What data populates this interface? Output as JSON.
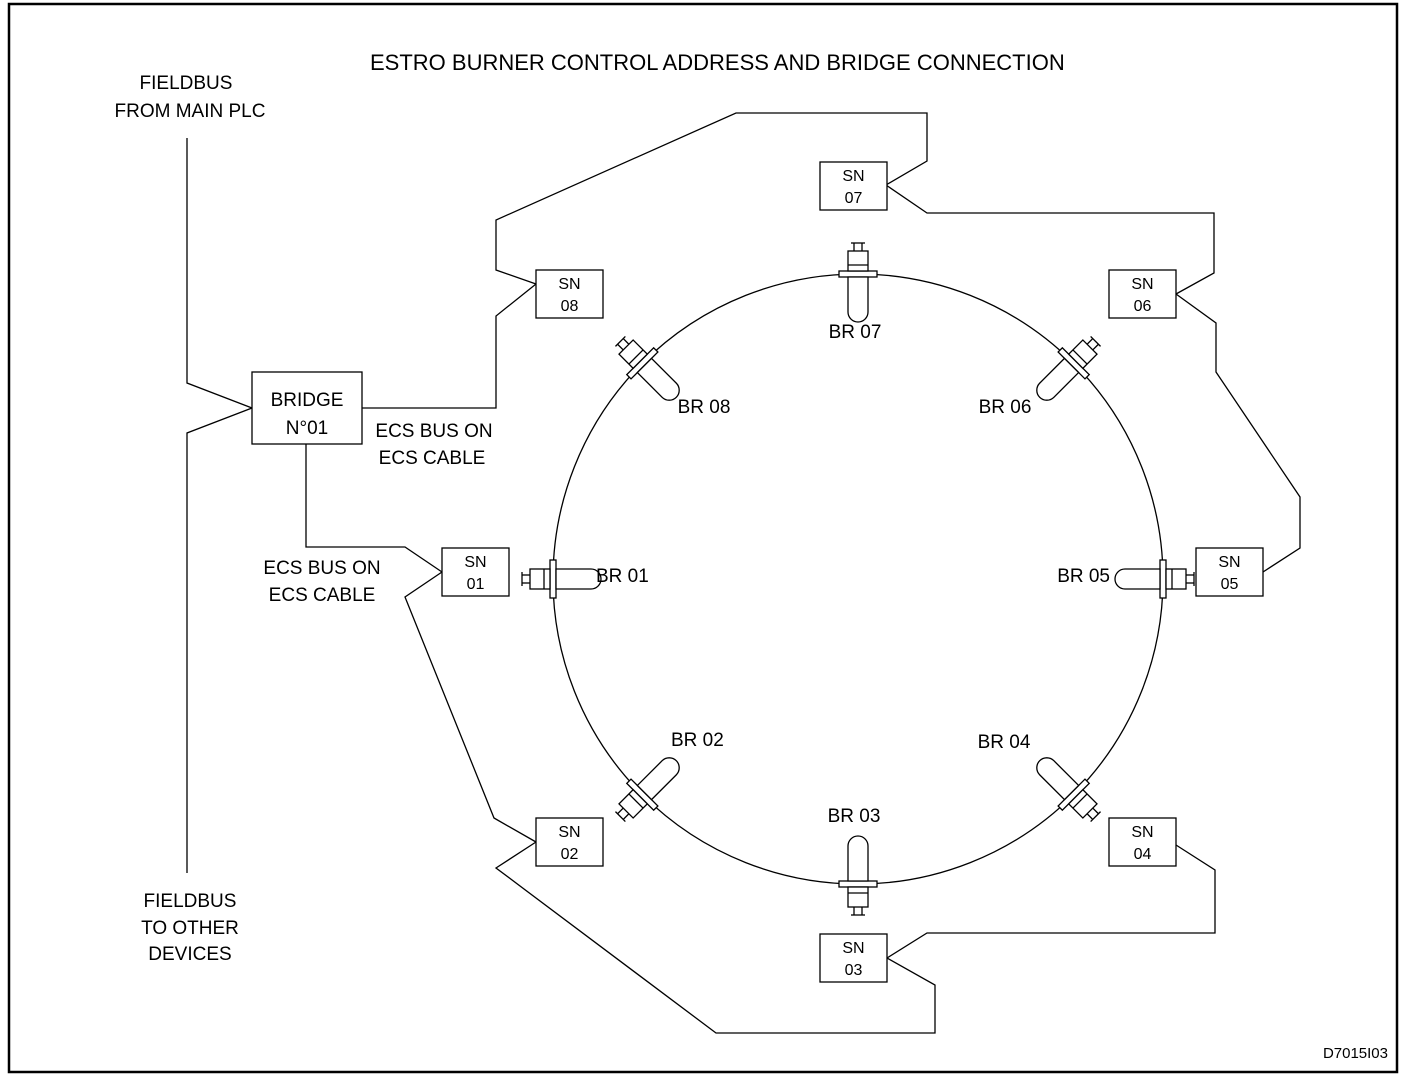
{
  "title": "ESTRO BURNER CONTROL ADDRESS  AND BRIDGE CONNECTION",
  "drawing_code": "D7015I03",
  "fieldbus_in": [
    "FIELDBUS",
    "FROM MAIN PLC"
  ],
  "fieldbus_out": [
    "FIELDBUS",
    "TO OTHER",
    "DEVICES"
  ],
  "bridge": [
    "BRIDGE",
    "N°01"
  ],
  "ecs_label_top": [
    "ECS BUS ON",
    "ECS CABLE"
  ],
  "ecs_label_left": [
    "ECS BUS ON",
    "ECS CABLE"
  ],
  "sn_prefix": "SN",
  "sn_numbers": [
    "01",
    "02",
    "03",
    "04",
    "05",
    "06",
    "07",
    "08"
  ],
  "burners": [
    "BR 01",
    "BR 02",
    "BR 03",
    "BR 04",
    "BR 05",
    "BR 06",
    "BR 07",
    "BR 08"
  ]
}
